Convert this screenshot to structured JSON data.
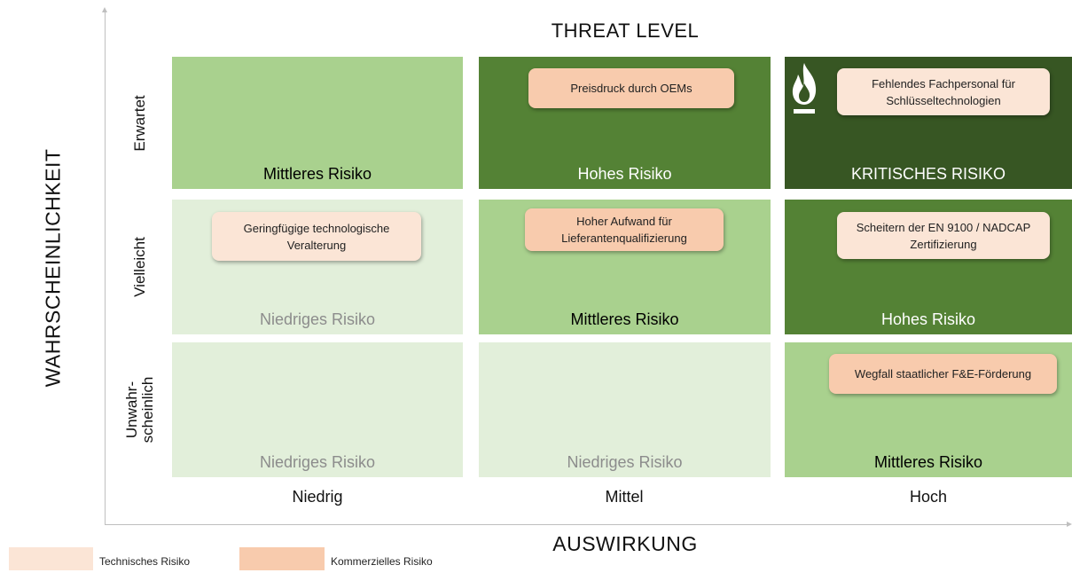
{
  "title_top": "THREAT LEVEL",
  "axis_y_title": "WAHRSCHEINLICHKEIT",
  "axis_x_title": "AUSWIRKUNG",
  "rows": [
    {
      "label": "Erwartet"
    },
    {
      "label": "Vielleicht"
    },
    {
      "label": "Unwahr-\nscheinlich"
    }
  ],
  "columns": [
    {
      "label": "Niedrig"
    },
    {
      "label": "Mittel"
    },
    {
      "label": "Hoch"
    }
  ],
  "cells": [
    [
      {
        "risk": "Mittleres Risiko",
        "bg": "#a9d18e",
        "text_color": "#000000"
      },
      {
        "risk": "Hohes Risiko",
        "bg": "#548235",
        "text_color": "#ffffff"
      },
      {
        "risk": "KRITISCHES RISIKO",
        "bg": "#375623",
        "text_color": "#ffffff"
      }
    ],
    [
      {
        "risk": "Niedriges Risiko",
        "bg": "#e2efda",
        "text_color": "#8c8c8c"
      },
      {
        "risk": "Mittleres Risiko",
        "bg": "#a9d18e",
        "text_color": "#000000"
      },
      {
        "risk": "Hohes Risiko",
        "bg": "#548235",
        "text_color": "#ffffff"
      }
    ],
    [
      {
        "risk": "Niedriges Risiko",
        "bg": "#e2efda",
        "text_color": "#8c8c8c"
      },
      {
        "risk": "Niedriges Risiko",
        "bg": "#e2efda",
        "text_color": "#8c8c8c"
      },
      {
        "risk": "Mittleres Risiko",
        "bg": "#a9d18e",
        "text_color": "#000000"
      }
    ]
  ],
  "risks": {
    "preisdruck": {
      "text": "Preisdruck durch OEMs",
      "type": "Kommerzielles Risiko"
    },
    "fachpersonal": {
      "text": "Fehlendes Fachpersonal für Schlüsseltechnologien",
      "type": "Technisches Risiko"
    },
    "veralterung": {
      "text": "Geringfügige technologische Veralterung",
      "type": "Technisches Risiko"
    },
    "lieferanten": {
      "text": "Hoher Aufwand für Lieferantenqualifizierung",
      "type": "Kommerzielles Risiko"
    },
    "zertifizierung": {
      "text": "Scheitern der EN 9100 / NADCAP Zertifizierung",
      "type": "Technisches Risiko"
    },
    "foerderung": {
      "text": "Wegfall staatlicher F&E-Förderung",
      "type": "Kommerzielles Risiko"
    }
  },
  "legend": {
    "technical": {
      "label": "Technisches Risiko",
      "color": "#fbe5d6"
    },
    "commercial": {
      "label": "Kommerzielles Risiko",
      "color": "#f8cbad"
    }
  },
  "critical_icon": "fire-hazard-icon"
}
